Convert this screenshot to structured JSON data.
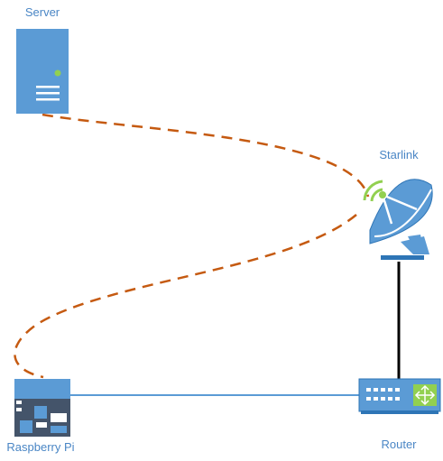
{
  "colors": {
    "device_blue": "#5b9bd5",
    "device_blue_dark": "#2e75b6",
    "label_blue": "#4a86c5",
    "wireless_link": "#c55a11",
    "wired_link": "#5b9bd5",
    "router_link": "#000000",
    "signal_green": "#92d050",
    "pi_board_dark": "#44546a"
  },
  "nodes": {
    "server": {
      "label": "Server",
      "icon": "server-icon"
    },
    "starlink": {
      "label": "Starlink",
      "icon": "satellite-dish-icon"
    },
    "raspberry_pi": {
      "label": "Raspberry Pi",
      "icon": "raspberry-pi-board-icon"
    },
    "router": {
      "label": "Router",
      "icon": "router-icon"
    }
  },
  "links": [
    {
      "from": "Server",
      "to": "Starlink",
      "style": "dashed",
      "kind": "wireless"
    },
    {
      "from": "Starlink",
      "to": "Raspberry Pi",
      "style": "dashed",
      "kind": "wireless"
    },
    {
      "from": "Starlink",
      "to": "Router",
      "style": "solid",
      "kind": "wired"
    },
    {
      "from": "Raspberry Pi",
      "to": "Router",
      "style": "solid",
      "kind": "wired"
    }
  ]
}
